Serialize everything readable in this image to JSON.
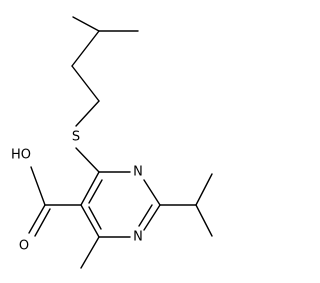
{
  "molecule": {
    "atoms": {
      "sulfur": "S",
      "ring_nitrogen_upper": "N",
      "ring_nitrogen_lower": "N",
      "hydroxyl": "HO",
      "carbonyl_oxygen": "O"
    },
    "colors": {
      "bond": "#000000",
      "label": "#000000",
      "background": "#ffffff"
    }
  }
}
